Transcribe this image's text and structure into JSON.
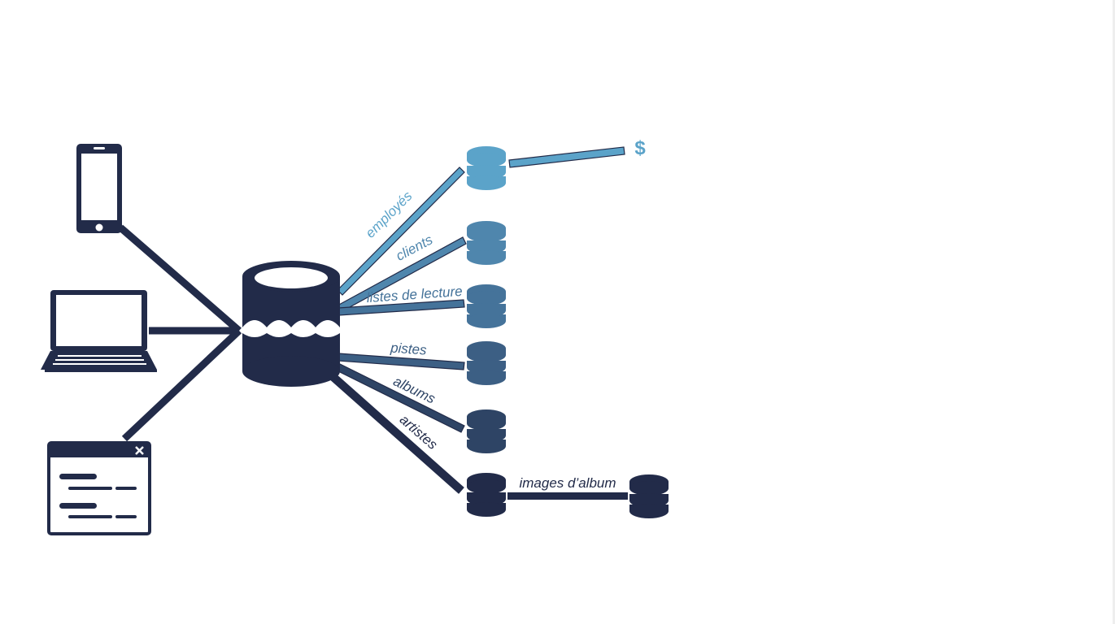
{
  "diagram": {
    "central_database": {
      "icon": "data-lake-icon",
      "color": "#222b49"
    },
    "clients": [
      {
        "icon": "smartphone-icon"
      },
      {
        "icon": "laptop-icon"
      },
      {
        "icon": "application-window-icon"
      }
    ],
    "tables": [
      {
        "label": "employés",
        "color": "#5ba3c9",
        "icon": "database-icon"
      },
      {
        "label": "clients",
        "color": "#4f86ad",
        "icon": "database-icon"
      },
      {
        "label": "listes de lecture",
        "color": "#45739a",
        "icon": "database-icon"
      },
      {
        "label": "pistes",
        "color": "#3c5f84",
        "icon": "database-icon"
      },
      {
        "label": "albums",
        "color": "#2e4465",
        "icon": "database-icon"
      },
      {
        "label": "artistes",
        "color": "#222b49",
        "icon": "database-icon"
      }
    ],
    "extra_links": {
      "dollar_symbol": "$",
      "album_images_label": "images d’album",
      "album_images_icon": "database-icon"
    },
    "colors": {
      "navy": "#222b49",
      "light_blue": "#5ba3c9"
    }
  }
}
